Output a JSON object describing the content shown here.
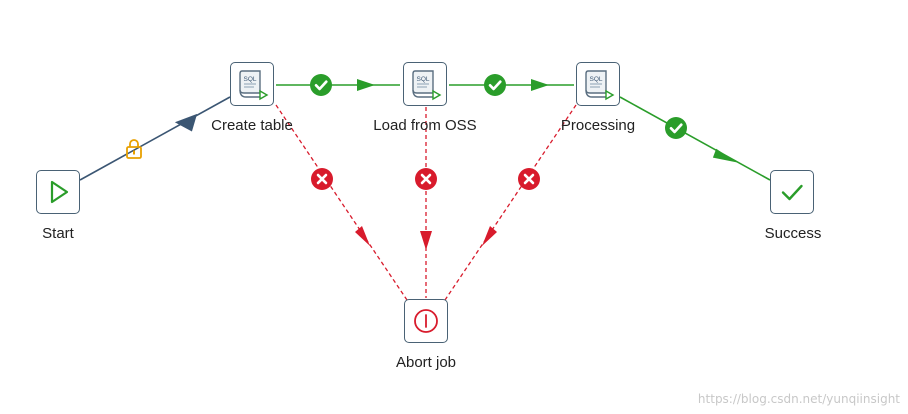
{
  "nodes": {
    "start": {
      "label": "Start",
      "icon": "play-icon"
    },
    "create_table": {
      "label": "Create table",
      "icon": "sql-script-icon"
    },
    "load_from_oss": {
      "label": "Load from OSS",
      "icon": "sql-script-icon"
    },
    "processing": {
      "label": "Processing",
      "icon": "sql-script-icon"
    },
    "success": {
      "label": "Success",
      "icon": "checkmark-icon"
    },
    "abort_job": {
      "label": "Abort job",
      "icon": "abort-icon"
    }
  },
  "hops": [
    {
      "from": "Start",
      "to": "Create table",
      "type": "unconditional",
      "icon": "lock-icon"
    },
    {
      "from": "Create table",
      "to": "Load from OSS",
      "type": "on-success",
      "icon": "check-circle-icon"
    },
    {
      "from": "Load from OSS",
      "to": "Processing",
      "type": "on-success",
      "icon": "check-circle-icon"
    },
    {
      "from": "Processing",
      "to": "Success",
      "type": "on-success",
      "icon": "check-circle-icon"
    },
    {
      "from": "Create table",
      "to": "Abort job",
      "type": "on-failure",
      "icon": "x-circle-icon"
    },
    {
      "from": "Load from OSS",
      "to": "Abort job",
      "type": "on-failure",
      "icon": "x-circle-icon"
    },
    {
      "from": "Processing",
      "to": "Abort job",
      "type": "on-failure",
      "icon": "x-circle-icon"
    }
  ],
  "colors": {
    "success_hop": "#2a9d2a",
    "failure_hop": "#d81b2c",
    "unconditional_hop": "#3b5673",
    "lock": "#e8a000",
    "node_border": "#4a6275"
  },
  "watermark": "https://blog.csdn.net/yunqiinsight"
}
